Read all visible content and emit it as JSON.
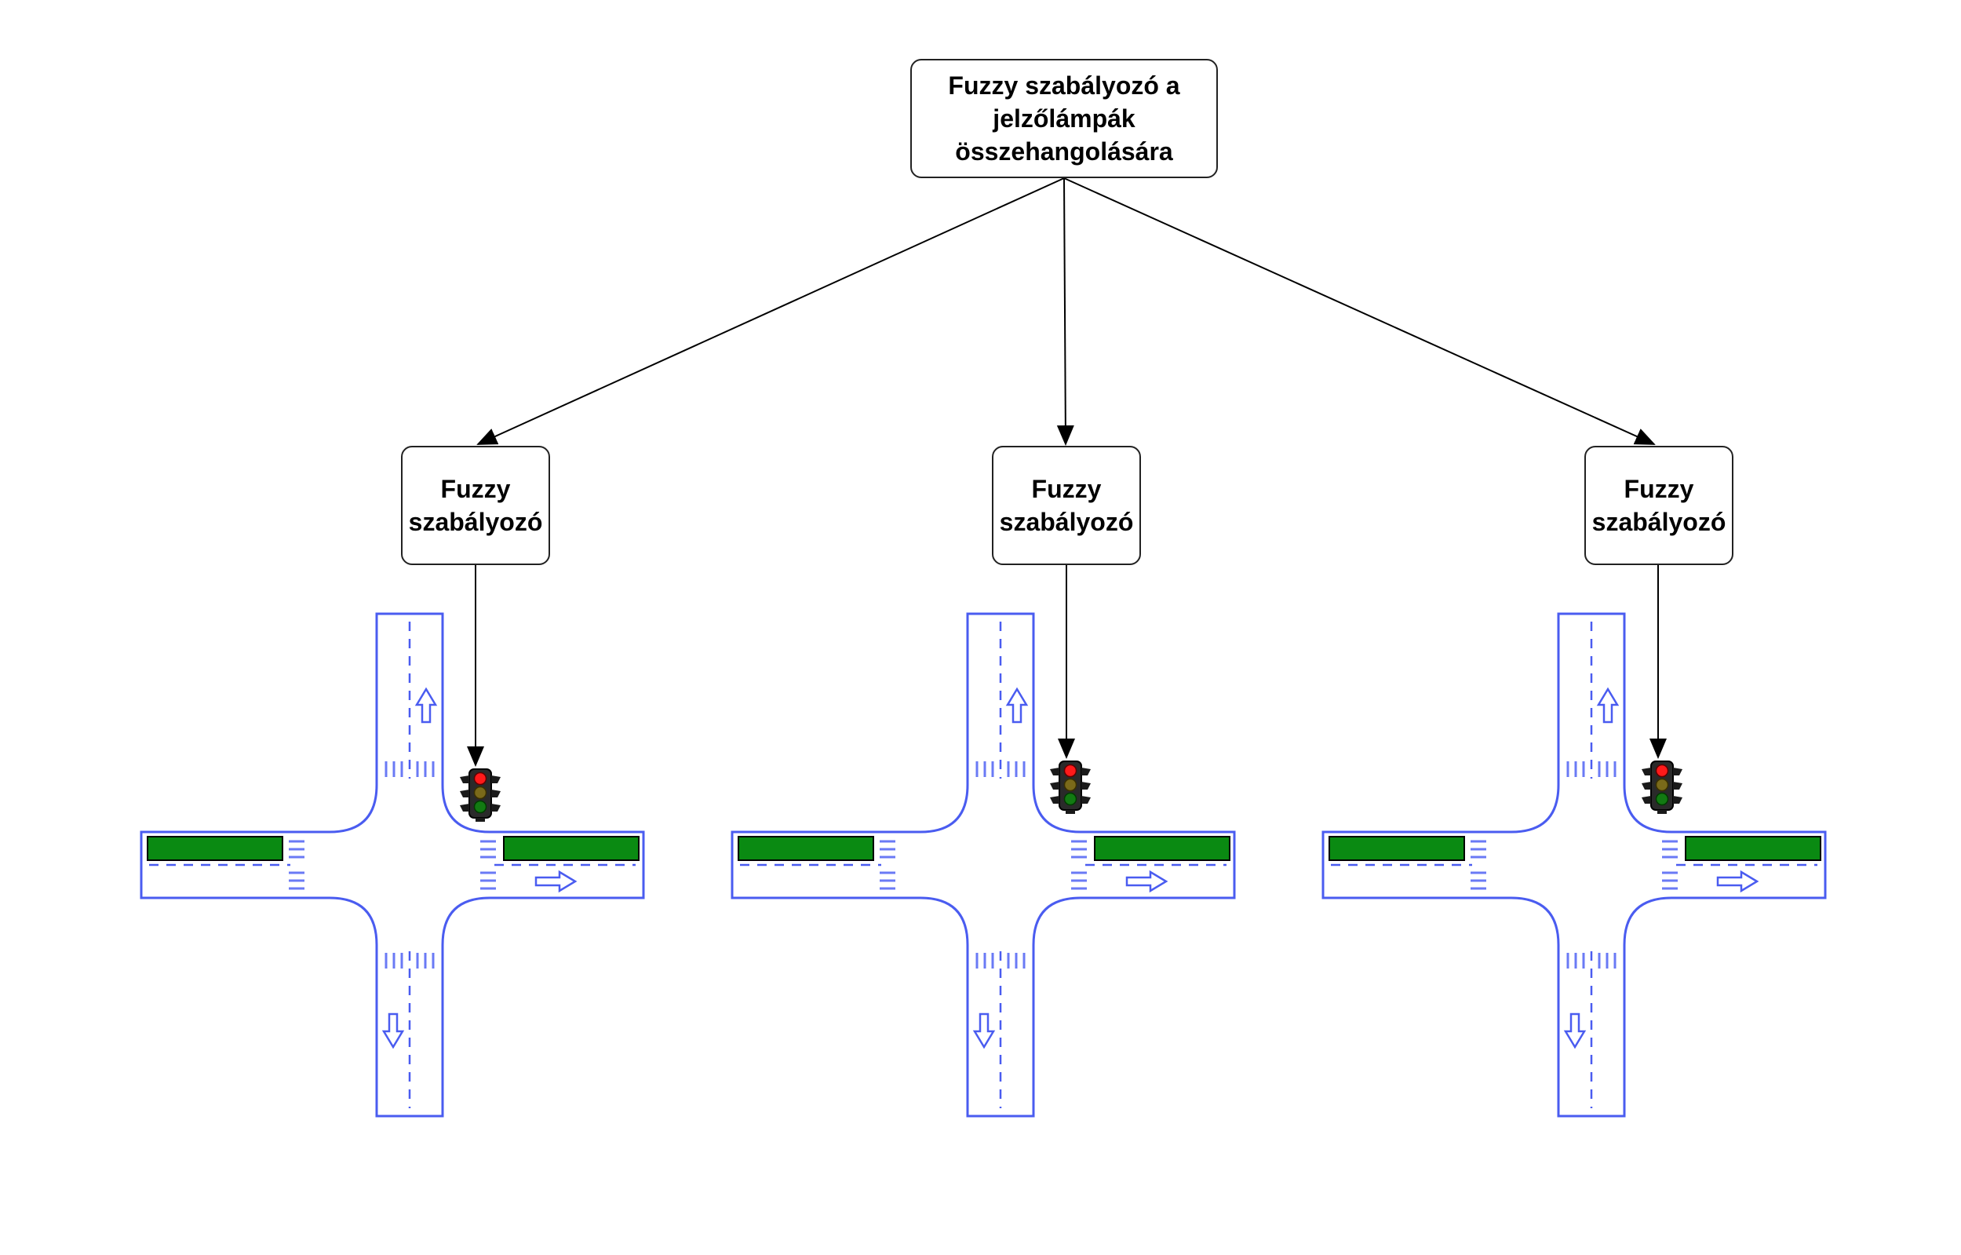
{
  "top_node": {
    "lines": [
      "Fuzzy szabályozó a",
      "jelzőlámpák",
      "összehangolására"
    ]
  },
  "controllers": [
    {
      "lines": [
        "Fuzzy",
        "szabályozó"
      ]
    },
    {
      "lines": [
        "Fuzzy",
        "szabályozó"
      ]
    },
    {
      "lines": [
        "Fuzzy",
        "szabályozó"
      ]
    }
  ],
  "intersections": [
    {
      "name": "intersection-1"
    },
    {
      "name": "intersection-2"
    },
    {
      "name": "intersection-3"
    }
  ],
  "colors": {
    "road_outline": "#4a5cf0",
    "road_marking": "#6a7af5",
    "green_bar": "#0a8a12",
    "light_red": "#ff1a1a",
    "light_amber": "#7a6a1a",
    "light_green": "#127a12",
    "box_border": "#222222",
    "arrow": "#000000"
  }
}
